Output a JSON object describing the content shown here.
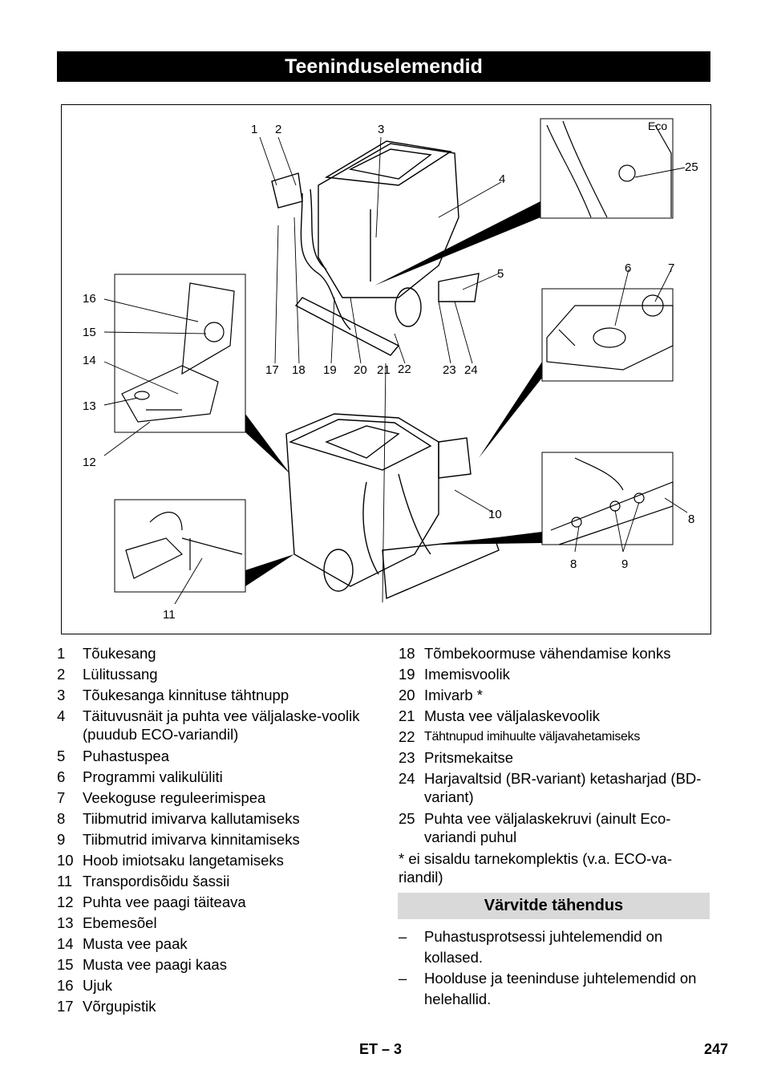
{
  "header": {
    "title": "Teeninduselemendid"
  },
  "figure": {
    "callouts": [
      "1",
      "2",
      "3",
      "4",
      "5",
      "6",
      "7",
      "8",
      "8",
      "9",
      "10",
      "11",
      "12",
      "13",
      "14",
      "15",
      "16",
      "17",
      "18",
      "19",
      "20",
      "21",
      "22",
      "23",
      "24",
      "25"
    ],
    "eco_label": "Eco"
  },
  "legend_left": [
    {
      "num": "1",
      "text": "Tõukesang"
    },
    {
      "num": "2",
      "text": "Lülitussang"
    },
    {
      "num": "3",
      "text": "Tõukesanga kinnituse tähtnupp"
    },
    {
      "num": "4",
      "text": "Täituvusnäit ja puhta vee väljalaske-voolik (puudub ECO-variandil)"
    },
    {
      "num": "5",
      "text": "Puhastuspea"
    },
    {
      "num": "6",
      "text": "Programmi valikulüliti"
    },
    {
      "num": "7",
      "text": "Veekoguse reguleerimispea"
    },
    {
      "num": "8",
      "text": "Tiibmutrid imivarva kallutamiseks"
    },
    {
      "num": "9",
      "text": "Tiibmutrid imivarva kinnitamiseks"
    },
    {
      "num": "10",
      "text": "Hoob imiotsaku langetamiseks"
    },
    {
      "num": "11",
      "text": "Transpordisõidu šassii"
    },
    {
      "num": "12",
      "text": "Puhta vee paagi täiteava"
    },
    {
      "num": "13",
      "text": "Ebemesõel"
    },
    {
      "num": "14",
      "text": "Musta vee paak"
    },
    {
      "num": "15",
      "text": "Musta vee paagi kaas"
    },
    {
      "num": "16",
      "text": "Ujuk"
    },
    {
      "num": "17",
      "text": "Võrgupistik"
    }
  ],
  "legend_right": [
    {
      "num": "18",
      "text": "Tõmbekoormuse vähendamise konks"
    },
    {
      "num": "19",
      "text": "Imemisvoolik"
    },
    {
      "num": "20",
      "text": "Imivarb *"
    },
    {
      "num": "21",
      "text": "Musta vee väljalaskevoolik"
    },
    {
      "num": "22",
      "text": "Tähtnupud imihuulte väljavahetamiseks"
    },
    {
      "num": "23",
      "text": "Pritsmekaitse"
    },
    {
      "num": "24",
      "text": "Harjavaltsid (BR-variant) ketasharjad (BD-variant)"
    },
    {
      "num": "25",
      "text": "Puhta vee väljalaskekruvi (ainult Eco-variandi puhul"
    }
  ],
  "footnote": "* ei sisaldu tarnekomplektis (v.a. ECO-va-riandil)",
  "colors_section": {
    "title": "Värvitde tähendus",
    "items": [
      {
        "dash": "–",
        "text": "Puhastusprotsessi juhtelemendid on kollased."
      },
      {
        "dash": "–",
        "text": "Hoolduse ja teeninduse juhtelemendid on helehallid."
      }
    ]
  },
  "footer": {
    "lang_code": "ET",
    "dash_page": "– 3",
    "page_number": "247"
  }
}
